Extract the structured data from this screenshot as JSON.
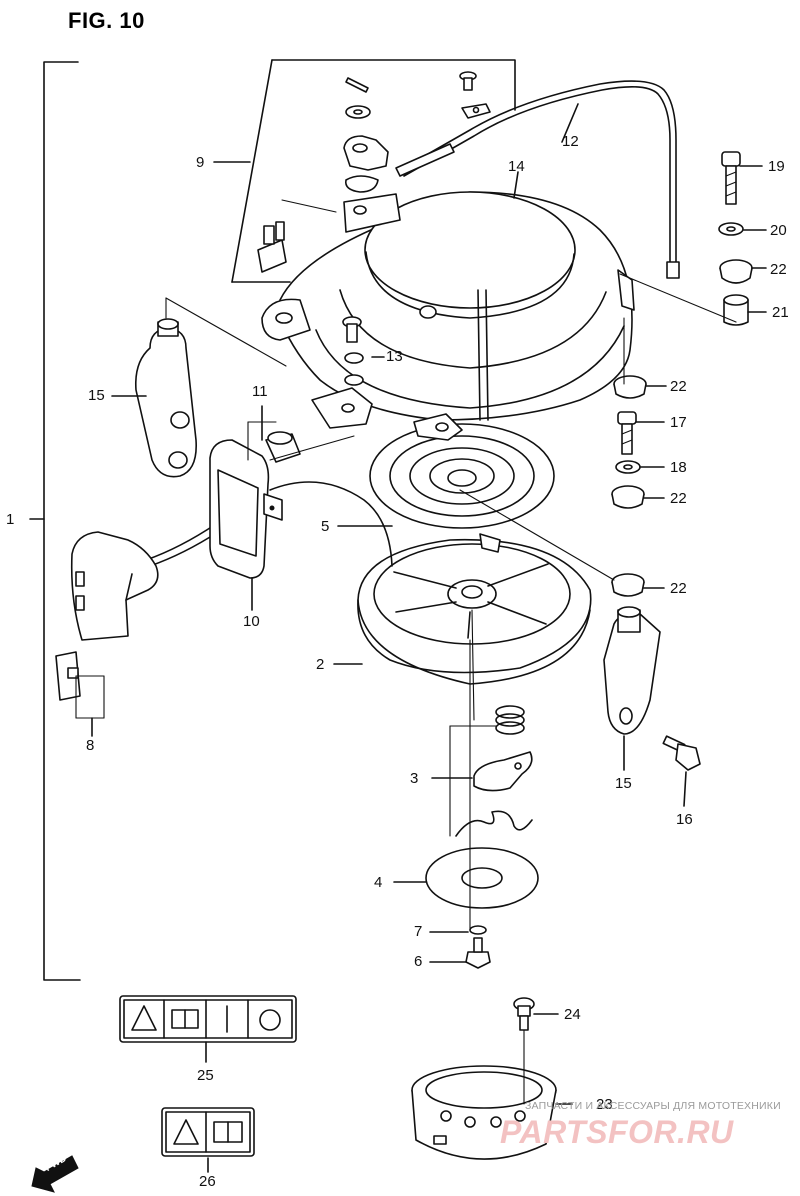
{
  "figure": {
    "title": "FIG. 10"
  },
  "callouts": {
    "c1": "1",
    "c2": "2",
    "c3": "3",
    "c4": "4",
    "c5": "5",
    "c6": "6",
    "c7": "7",
    "c8": "8",
    "c9": "9",
    "c10": "10",
    "c11": "11",
    "c12": "12",
    "c13": "13",
    "c14": "14",
    "c15_left": "15",
    "c15_right": "15",
    "c16": "16",
    "c17": "17",
    "c18": "18",
    "c19": "19",
    "c20": "20",
    "c21": "21",
    "c22_a": "22",
    "c22_b": "22",
    "c22_c": "22",
    "c22_d": "22",
    "c23": "23",
    "c24": "24",
    "c25": "25",
    "c26": "26"
  },
  "orientation": {
    "label": "FWD"
  },
  "watermark": {
    "caption": "ЗАПЧАСТИ И АКСЕССУАРЫ ДЛЯ МОТОТЕХНИКИ",
    "logo": "PARTSFOR.RU"
  }
}
